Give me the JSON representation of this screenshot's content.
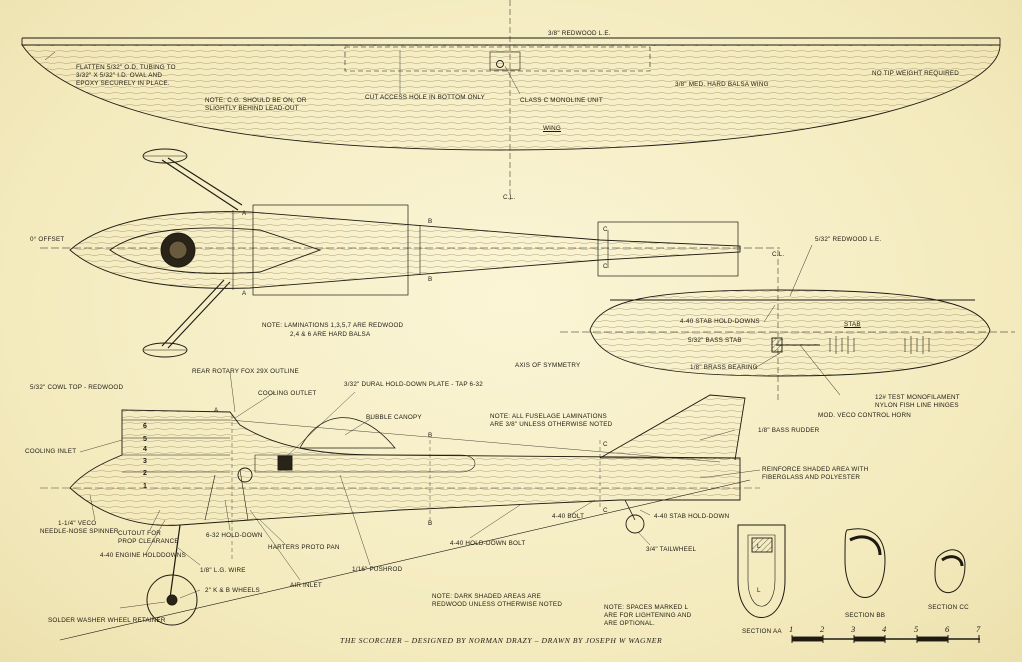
{
  "title": "THE SCORCHER – DESIGNED BY NORMAN DRAZY – DRAWN BY JOSEPH W WAGNER",
  "wing": {
    "heading": "WING",
    "leading_edge": "3/8\" REDWOOD L.E.",
    "tubing_note": [
      "FLATTEN 5/32\" O.D. TUBING TO",
      "3/32\" X 5/32\" I.D. OVAL AND",
      "EPOXY SECURELY IN PLACE."
    ],
    "cg_note": [
      "NOTE: C.G. SHOULD BE ON, OR",
      "SLIGHTLY BEHIND LEAD-OUT"
    ],
    "access_hole": "CUT ACCESS HOLE IN BOTTOM ONLY",
    "monoline": "CLASS C MONOLINE UNIT",
    "balsa": "3/8\" MED. HARD BALSA WING",
    "tip_weight": "NO TIP WEIGHT REQUIRED",
    "cl": "C.L."
  },
  "top_view": {
    "offset": "0° OFFSET",
    "laminations": [
      "NOTE: LAMINATIONS 1,3,5,7 ARE REDWOOD",
      "2,4 & 6 ARE HARD BALSA"
    ],
    "section_a": "A",
    "section_b": "B",
    "section_c": "C"
  },
  "stab": {
    "heading": "STAB",
    "leading_edge": "5/32\" REDWOOD L.E.",
    "cl": "C.L.",
    "hold_downs": "4-40 STAB HOLD-DOWNS",
    "bass": "5/32\" BASS STAB",
    "bearing": "1/8\" BRASS BEARING",
    "symmetry": "AXIS OF SYMMETRY",
    "hinges": [
      "12# TEST MONOFILAMENT",
      "NYLON FISH LINE HINGES"
    ],
    "horn": "MOD. VECO CONTROL HORN"
  },
  "side_view": {
    "cowl_top": "5/32\" COWL TOP - REDWOOD",
    "rotary": "REAR ROTARY FOX 29X OUTLINE",
    "cooling_outlet": "COOLING OUTLET",
    "dural": "3/32\" DURAL HOLD-DOWN PLATE - TAP 6-32",
    "canopy": "BUBBLE CANOPY",
    "fuselage_note": [
      "NOTE: ALL FUSELAGE LAMINATIONS",
      "ARE 3/8\" UNLESS OTHERWISE NOTED"
    ],
    "rudder": "1/8\" BASS RUDDER",
    "cooling_inlet": "COOLING INLET",
    "reinforce": [
      "REINFORCE SHADED AREA WITH",
      "FIBERGLASS AND POLYESTER"
    ],
    "spinner": [
      "1-1/4\" VECO",
      "NEEDLE-NOSE SPINNER"
    ],
    "cutout": [
      "CUTOUT FOR",
      "PROP CLEARANCE"
    ],
    "hold_632": "6-32 HOLD-DOWN",
    "pan": "HARTERS PROTO PAN",
    "pushrod": "1/16\" PUSHROD",
    "hold_440": "4-40 HOLD-DOWN BOLT",
    "bolt_440": "4-40 BOLT",
    "stab_hold": "4-40 STAB HOLD-DOWN",
    "tailwheel": "3/4\" TAILWHEEL",
    "engine_holds": "4-40 ENGINE HOLDDOWNS",
    "lg_wire": "1/8\" L.G. WIRE",
    "air_inlet": "AIR INLET",
    "wheels": "2\" K & B WHEELS",
    "retainer": "SOLDER WASHER WHEEL RETAINER",
    "dark_note": [
      "NOTE: DARK SHADED AREAS ARE",
      "REDWOOD UNLESS OTHERWISE NOTED"
    ],
    "spaces_note": [
      "NOTE: SPACES MARKED L",
      "ARE FOR LIGHTENING AND",
      "ARE OPTIONAL."
    ],
    "lam_numbers": [
      "6",
      "5",
      "4",
      "3",
      "2",
      "1"
    ]
  },
  "sections": {
    "aa": "SECTION AA",
    "bb": "SECTION BB",
    "cc": "SECTION CC",
    "l": "L"
  },
  "scale": [
    "1",
    "2",
    "3",
    "4",
    "5",
    "6",
    "7"
  ]
}
